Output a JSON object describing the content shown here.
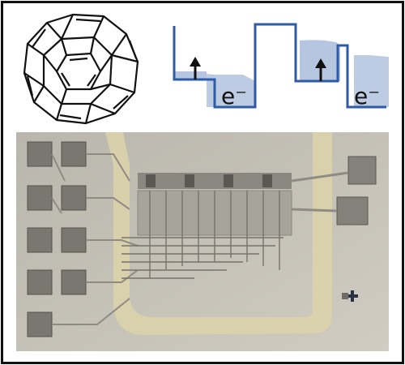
{
  "colors": {
    "frame_border": "#111111",
    "well_fill": "#b6c6e0",
    "well_line": "#2f5aa7",
    "molecule_line": "#111111",
    "photo_background": "#c5c1b6",
    "photo_pad": "#7a7670",
    "photo_channel": "#dcd3a9"
  },
  "energy_diagram": {
    "electron_label_left": "e⁻",
    "electron_label_right": "e⁻",
    "spin_icon": "up-arrow"
  },
  "molecule": {
    "icon": "buckyball-c60-structure"
  },
  "photo": {
    "icon": "microfabricated-chip-photograph"
  }
}
